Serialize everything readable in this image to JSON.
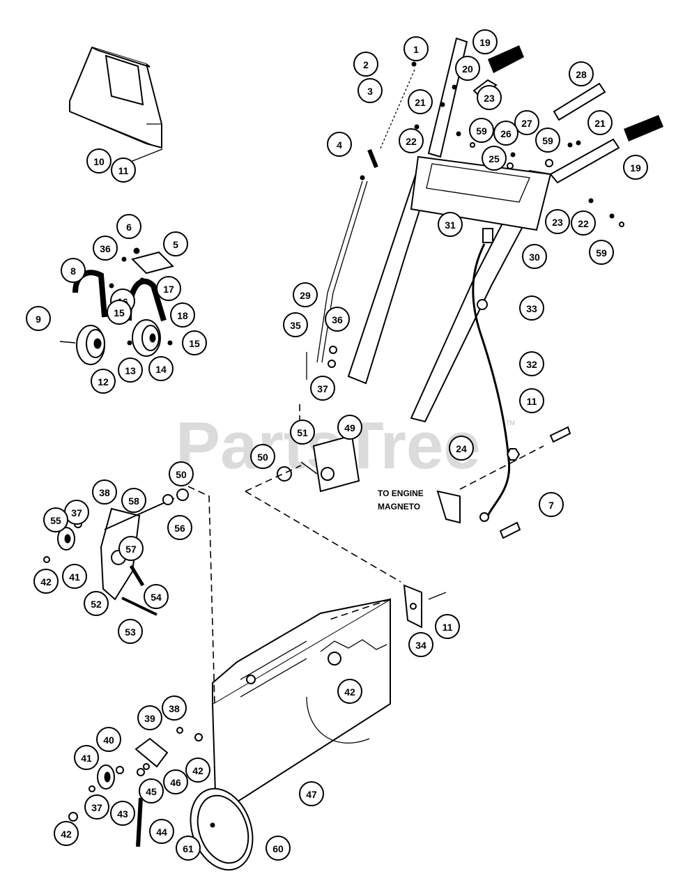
{
  "watermark": {
    "text": "PartsTree",
    "mark": "TM"
  },
  "note": {
    "line1": "TO ENGINE",
    "line2": "MAGNETO"
  },
  "callouts": [
    {
      "id": "c-1",
      "label": "1"
    },
    {
      "id": "c-2",
      "label": "2"
    },
    {
      "id": "c-3",
      "label": "3"
    },
    {
      "id": "c-4",
      "label": "4"
    },
    {
      "id": "c-19a",
      "label": "19"
    },
    {
      "id": "c-20",
      "label": "20"
    },
    {
      "id": "c-21a",
      "label": "21"
    },
    {
      "id": "c-23a",
      "label": "23"
    },
    {
      "id": "c-22a",
      "label": "22"
    },
    {
      "id": "c-59a",
      "label": "59"
    },
    {
      "id": "c-28",
      "label": "28"
    },
    {
      "id": "c-27",
      "label": "27"
    },
    {
      "id": "c-26",
      "label": "26"
    },
    {
      "id": "c-25",
      "label": "25"
    },
    {
      "id": "c-59b",
      "label": "59"
    },
    {
      "id": "c-21b",
      "label": "21"
    },
    {
      "id": "c-19b",
      "label": "19"
    },
    {
      "id": "c-23b",
      "label": "23"
    },
    {
      "id": "c-22b",
      "label": "22"
    },
    {
      "id": "c-59c",
      "label": "59"
    },
    {
      "id": "c-31",
      "label": "31"
    },
    {
      "id": "c-30",
      "label": "30"
    },
    {
      "id": "c-33",
      "label": "33"
    },
    {
      "id": "c-32",
      "label": "32"
    },
    {
      "id": "c-11a",
      "label": "11"
    },
    {
      "id": "c-24",
      "label": "24"
    },
    {
      "id": "c-7",
      "label": "7"
    },
    {
      "id": "c-10",
      "label": "10"
    },
    {
      "id": "c-11b",
      "label": "11"
    },
    {
      "id": "c-6",
      "label": "6"
    },
    {
      "id": "c-5",
      "label": "5"
    },
    {
      "id": "c-36a",
      "label": "36"
    },
    {
      "id": "c-8",
      "label": "8"
    },
    {
      "id": "c-16",
      "label": "16"
    },
    {
      "id": "c-17",
      "label": "17"
    },
    {
      "id": "c-18",
      "label": "18"
    },
    {
      "id": "c-9",
      "label": "9"
    },
    {
      "id": "c-15a",
      "label": "15"
    },
    {
      "id": "c-15b",
      "label": "15"
    },
    {
      "id": "c-12",
      "label": "12"
    },
    {
      "id": "c-13",
      "label": "13"
    },
    {
      "id": "c-14",
      "label": "14"
    },
    {
      "id": "c-29",
      "label": "29"
    },
    {
      "id": "c-35",
      "label": "35"
    },
    {
      "id": "c-36b",
      "label": "36"
    },
    {
      "id": "c-37a",
      "label": "37"
    },
    {
      "id": "c-51",
      "label": "51"
    },
    {
      "id": "c-49",
      "label": "49"
    },
    {
      "id": "c-50a",
      "label": "50"
    },
    {
      "id": "c-50b",
      "label": "50"
    },
    {
      "id": "c-38a",
      "label": "38"
    },
    {
      "id": "c-58",
      "label": "58"
    },
    {
      "id": "c-37b",
      "label": "37"
    },
    {
      "id": "c-55",
      "label": "55"
    },
    {
      "id": "c-56",
      "label": "56"
    },
    {
      "id": "c-57",
      "label": "57"
    },
    {
      "id": "c-42a",
      "label": "42"
    },
    {
      "id": "c-41a",
      "label": "41"
    },
    {
      "id": "c-52",
      "label": "52"
    },
    {
      "id": "c-54",
      "label": "54"
    },
    {
      "id": "c-53",
      "label": "53"
    },
    {
      "id": "c-34",
      "label": "34"
    },
    {
      "id": "c-11c",
      "label": "11"
    },
    {
      "id": "c-42b",
      "label": "42"
    },
    {
      "id": "c-39",
      "label": "39"
    },
    {
      "id": "c-38b",
      "label": "38"
    },
    {
      "id": "c-40",
      "label": "40"
    },
    {
      "id": "c-41b",
      "label": "41"
    },
    {
      "id": "c-42c",
      "label": "42"
    },
    {
      "id": "c-46",
      "label": "46"
    },
    {
      "id": "c-45",
      "label": "45"
    },
    {
      "id": "c-47",
      "label": "47"
    },
    {
      "id": "c-37c",
      "label": "37"
    },
    {
      "id": "c-43",
      "label": "43"
    },
    {
      "id": "c-44",
      "label": "44"
    },
    {
      "id": "c-42d",
      "label": "42"
    },
    {
      "id": "c-61",
      "label": "61"
    },
    {
      "id": "c-60",
      "label": "60"
    }
  ]
}
